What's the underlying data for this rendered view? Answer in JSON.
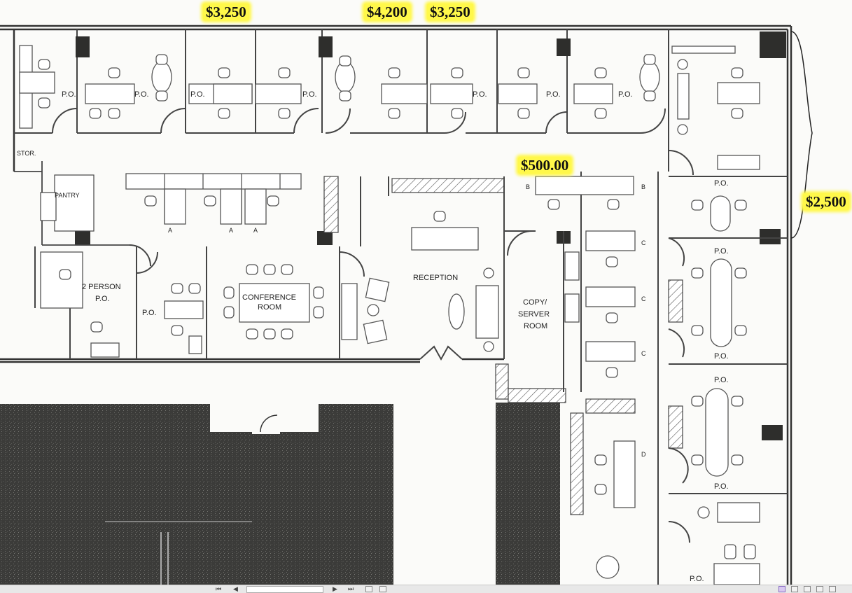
{
  "prices": {
    "top_left": "$3,250",
    "top_mid": "$4,200",
    "top_right": "$3,250",
    "copy_area": "$500.00",
    "right_edge": "$2,500"
  },
  "labels": {
    "po": "P.O.",
    "stor": "STOR.",
    "pantry": "PANTRY",
    "two_person_1": "2 PERSON",
    "two_person_2": "P.O.",
    "conference_1": "CONFERENCE",
    "conference_2": "ROOM",
    "reception": "RECEPTION",
    "copy_1": "COPY/",
    "copy_2": "SERVER",
    "copy_3": "ROOM",
    "a": "A",
    "b": "B",
    "c": "C",
    "d": "D"
  },
  "statusbar": {
    "nav_first": "⏮",
    "nav_prev": "◀",
    "page_box": "",
    "nav_next": "▶",
    "nav_last": "⏭"
  },
  "colors": {
    "highlight": "#fff84a",
    "wall": "#333333",
    "dark_fill": "#3a3a38"
  }
}
